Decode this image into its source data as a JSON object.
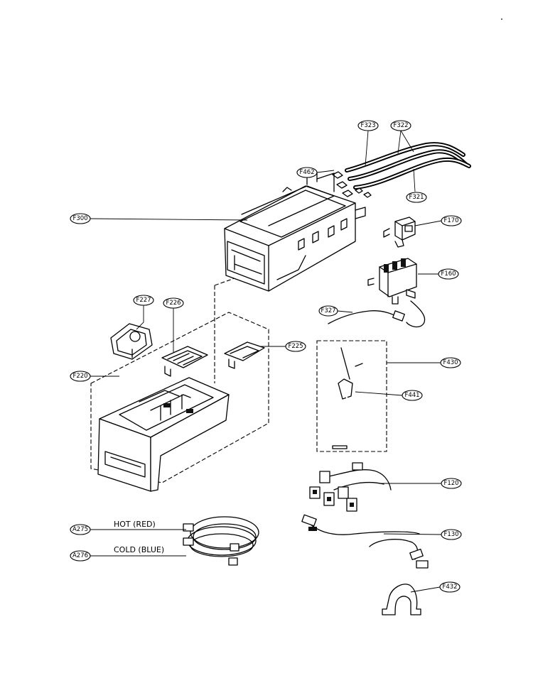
{
  "labels": {
    "F323": "F323",
    "F322": "F322",
    "F462": "F462",
    "F321": "F321",
    "F300": "F300",
    "F170": "F170",
    "F160": "F160",
    "F327": "F327",
    "F227": "F227",
    "F226": "F226",
    "F225": "F225",
    "F220": "F220",
    "F430": "F430",
    "F441": "F441",
    "F120": "F120",
    "F130": "F130",
    "F432": "F432",
    "A275": "A275",
    "A276": "A276"
  },
  "captions": {
    "hot": "HOT (RED)",
    "cold": "COLD (BLUE)"
  }
}
